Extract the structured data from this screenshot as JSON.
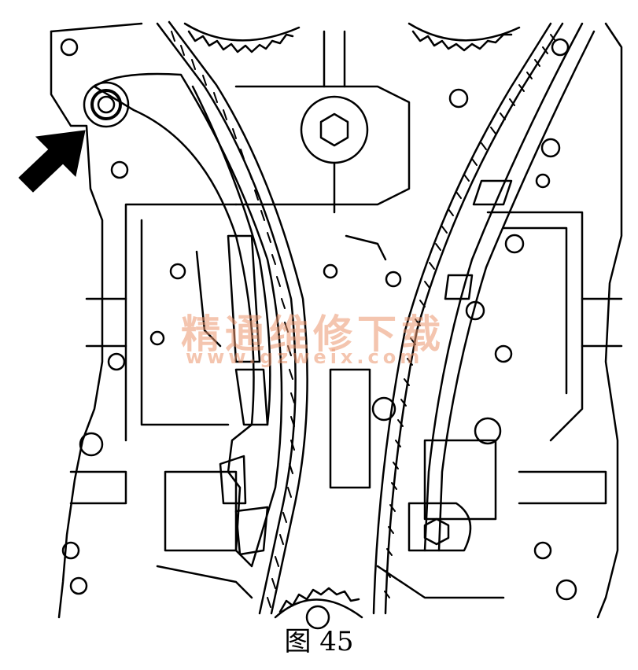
{
  "figure": {
    "caption": "图 45"
  },
  "watermark": {
    "text_cn": "精通维修下载",
    "url": "www.gzweix.com",
    "color": "#eb966e"
  },
  "colors": {
    "line": "#000000",
    "background": "#ffffff"
  },
  "icons": {
    "pointer": "arrow-icon"
  }
}
